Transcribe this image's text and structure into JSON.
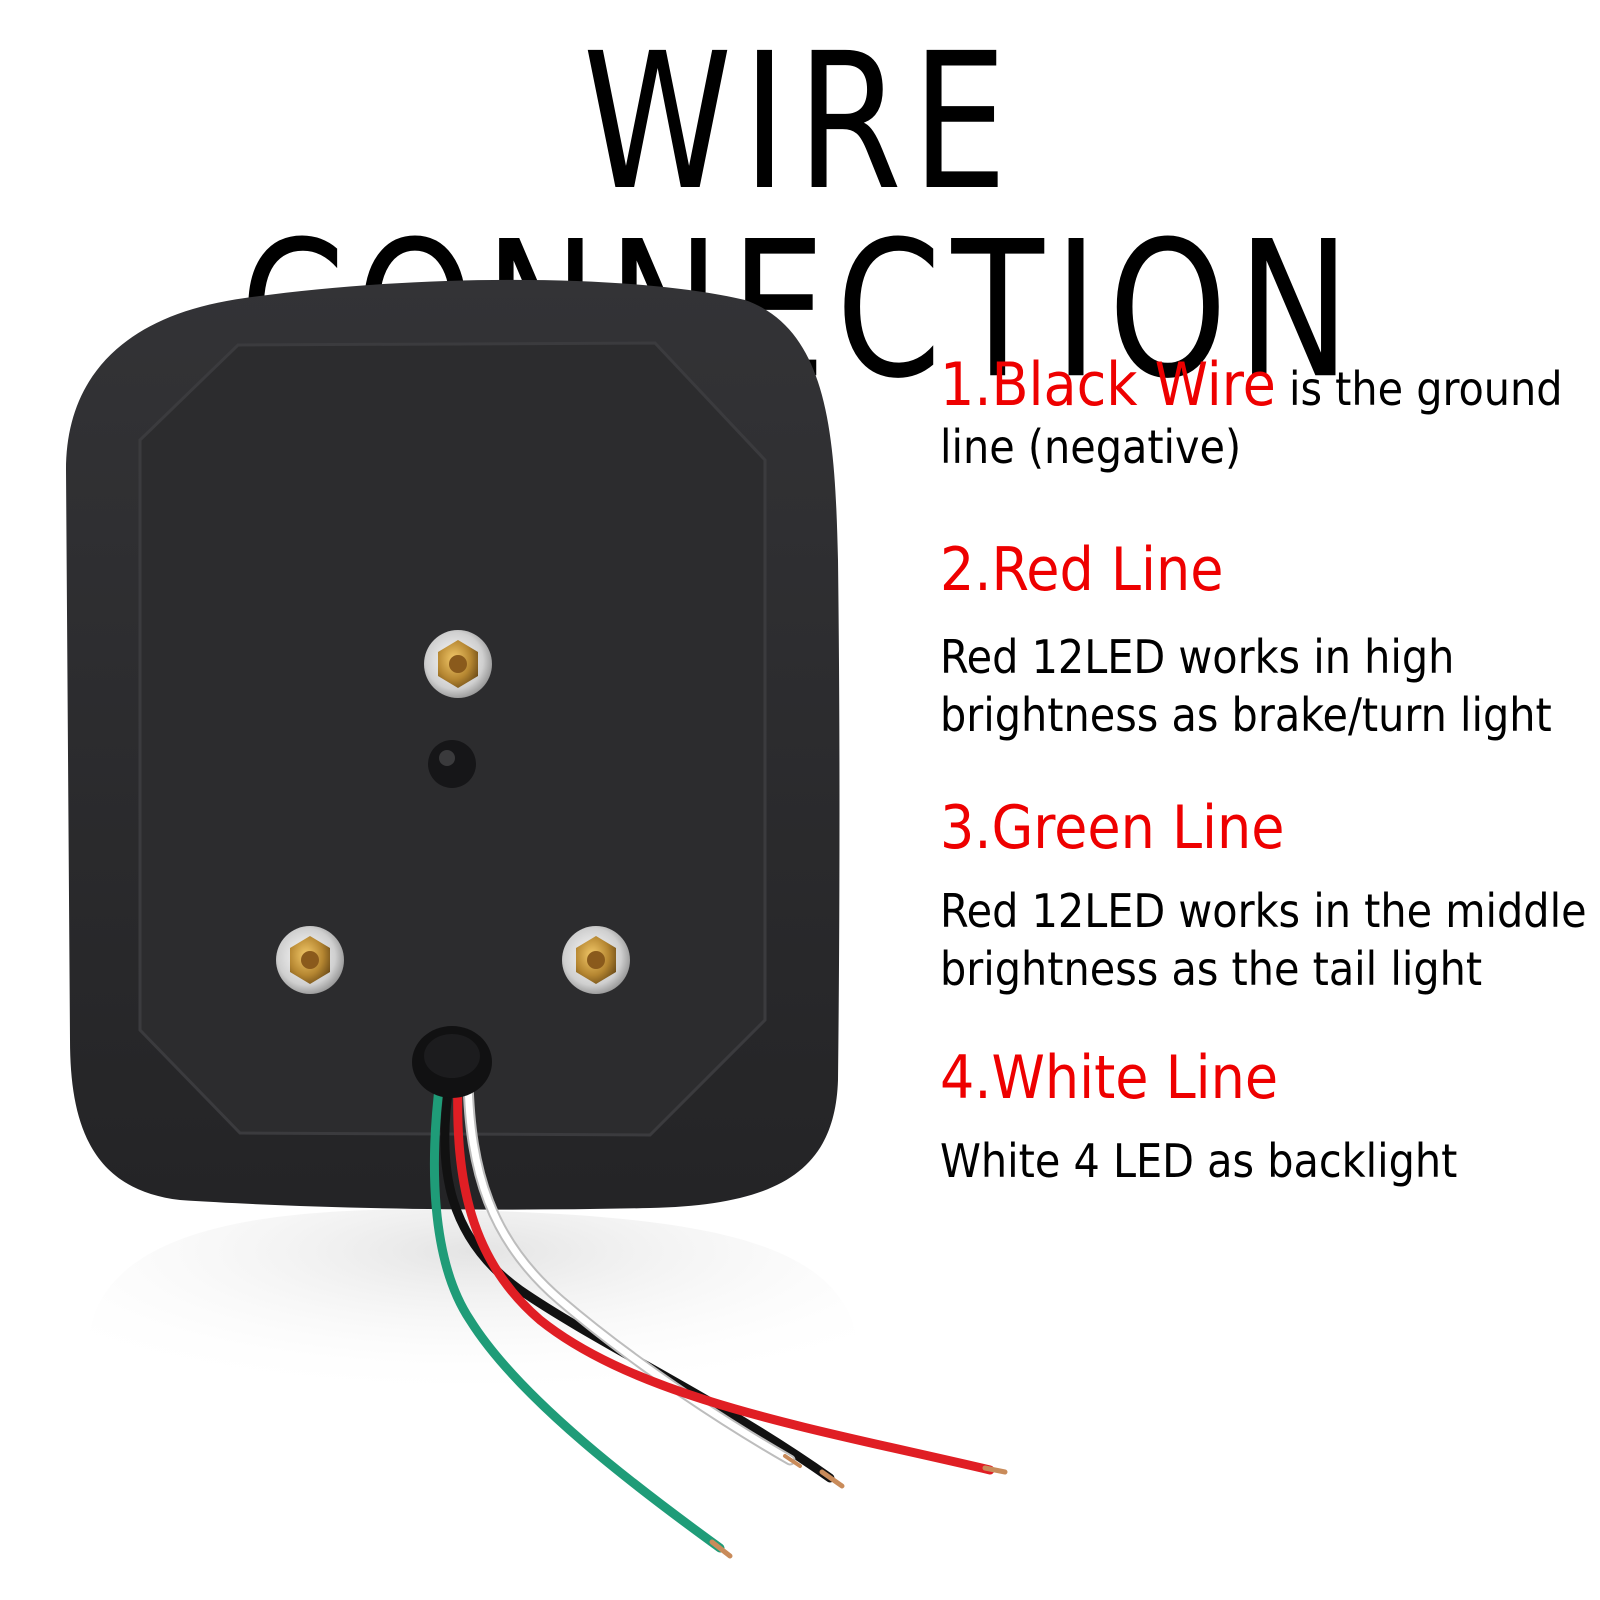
{
  "title": "WIRE CONNECTION",
  "items": [
    {
      "heading": "1.Black Wire",
      "heading_rest": " is the ground",
      "desc": [
        "line (negative)"
      ]
    },
    {
      "heading": "2.Red Line",
      "desc": [
        "Red 12LED works in high",
        "brightness as brake/turn light"
      ]
    },
    {
      "heading": "3.Green Line",
      "desc": [
        "Red 12LED works in the middle",
        "brightness as the tail light"
      ]
    },
    {
      "heading": "4.White Line",
      "desc": [
        "White 4 LED as backlight"
      ]
    }
  ],
  "colors": {
    "heading": "#ee0000",
    "text": "#000000",
    "housing": "#2a2a2c",
    "wire_black": "#111111",
    "wire_red": "#e01e24",
    "wire_green": "#1f9c78",
    "wire_white": "#ffffff"
  },
  "icons": [
    "tail-light-housing",
    "mounting-stud",
    "sensor-dome",
    "cable-grommet"
  ]
}
